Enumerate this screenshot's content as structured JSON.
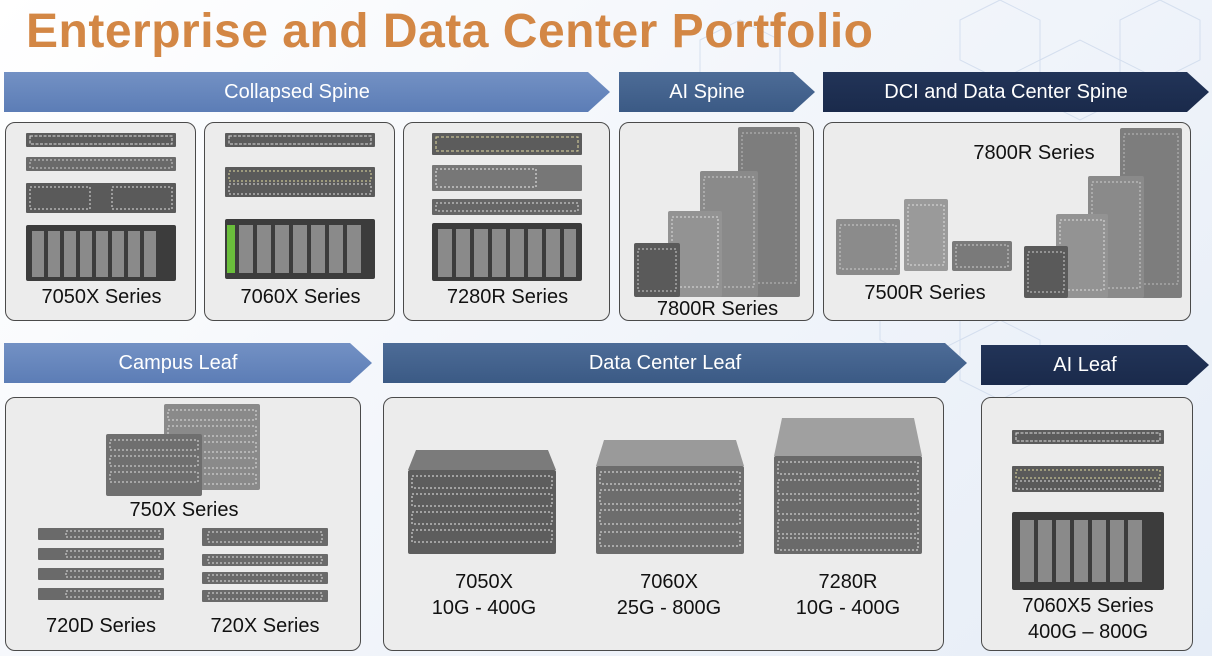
{
  "title": "Enterprise and Data Center Portfolio",
  "arrows": {
    "collapsed_spine": "Collapsed Spine",
    "ai_spine": "AI Spine",
    "dci_spine": "DCI and Data Center Spine",
    "campus_leaf": "Campus Leaf",
    "dc_leaf": "Data Center Leaf",
    "ai_leaf": "AI Leaf"
  },
  "products": {
    "s7050x": "7050X Series",
    "s7060x": "7060X Series",
    "s7280r": "7280R Series",
    "s7800r_ai": "7800R Series",
    "s7800r_dci": "7800R Series",
    "s7500r": "7500R Series",
    "s750x": "750X Series",
    "s720d": "720D Series",
    "s720x": "720X Series",
    "dc7050x_name": "7050X",
    "dc7050x_speed": "10G - 400G",
    "dc7060x_name": "7060X",
    "dc7060x_speed": "25G - 800G",
    "dc7280r_name": "7280R",
    "dc7280r_speed": "10G - 400G",
    "ai7060x5_name": "7060X5 Series",
    "ai7060x5_speed": "400G – 800G"
  },
  "colors": {
    "title": "#d38745",
    "arrow_light": "#5c7db6",
    "arrow_mid": "#3b5a85",
    "arrow_dark": "#1a2a4b",
    "card_bg": "#ececec"
  }
}
